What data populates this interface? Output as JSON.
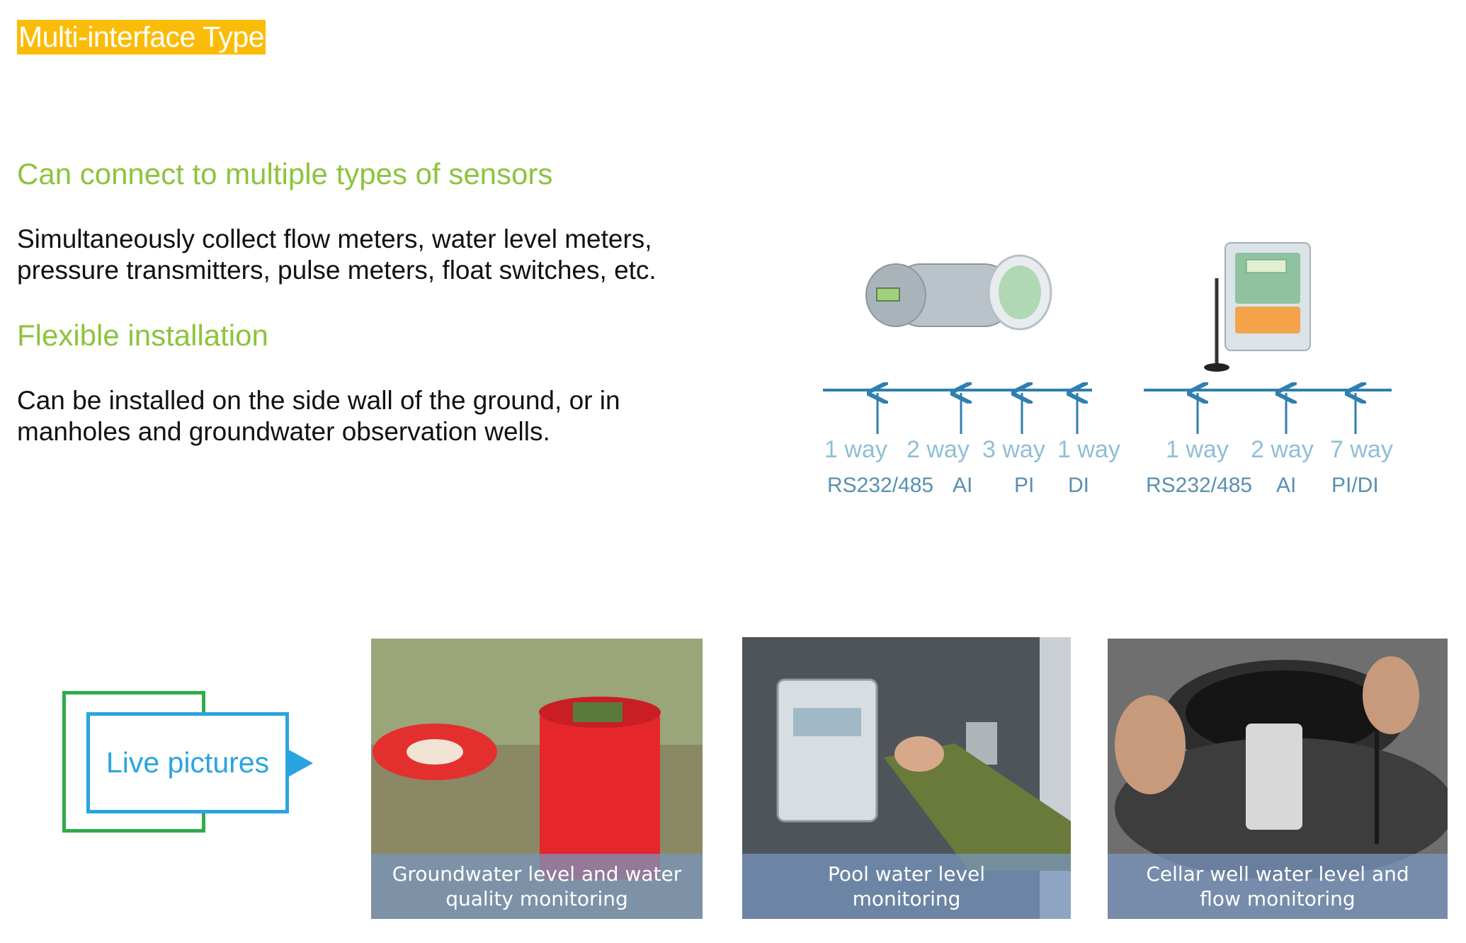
{
  "title": "Multi-interface Type",
  "section1": {
    "heading": "Can connect to multiple types of sensors",
    "body_line1": "Simultaneously collect flow meters, water level meters,",
    "body_line2": "pressure transmitters, pulse meters, float switches, etc."
  },
  "section2": {
    "heading": "Flexible installation",
    "body_line1": "Can be installed on the side wall of the ground, or in",
    "body_line2": "manholes and groundwater observation wells."
  },
  "diagram": {
    "left_device": {
      "channels": [
        {
          "count": "1 way",
          "interface": "RS232/485"
        },
        {
          "count": "2 way",
          "interface": "AI"
        },
        {
          "count": "3 way",
          "interface": "PI"
        },
        {
          "count": "1 way",
          "interface": "DI"
        }
      ]
    },
    "right_device": {
      "channels": [
        {
          "count": "1 way",
          "interface": "RS232/485"
        },
        {
          "count": "2 way",
          "interface": "AI"
        },
        {
          "count": "7 way",
          "interface": "PI/DI"
        }
      ]
    }
  },
  "live_pictures": {
    "label": "Live pictures",
    "photos": [
      {
        "caption_line1": "Groundwater level and water",
        "caption_line2": "quality monitoring"
      },
      {
        "caption_line1": "Pool water level",
        "caption_line2": "monitoring"
      },
      {
        "caption_line1": "Cellar well water level and",
        "caption_line2": "flow monitoring"
      }
    ]
  },
  "colors": {
    "title_bg": "#fbbc09",
    "heading_green": "#8cc43c",
    "diagram_blue": "#2f7fb0",
    "label_blue": "#2aa4e0",
    "box_green": "#2fac4b"
  }
}
